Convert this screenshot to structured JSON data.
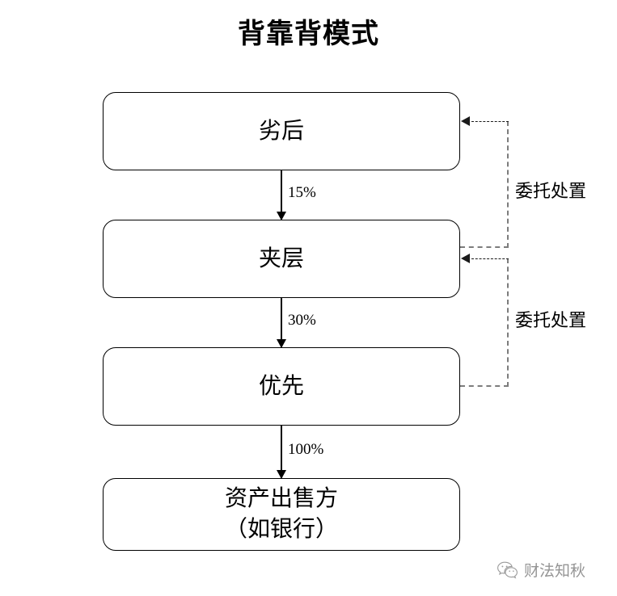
{
  "title": "背靠背模式",
  "boxes": [
    {
      "id": "subordinate",
      "label": "劣后"
    },
    {
      "id": "mezzanine",
      "label": "夹层"
    },
    {
      "id": "senior",
      "label": "优先"
    },
    {
      "id": "seller",
      "label": "资产出售方\n（如银行）"
    }
  ],
  "flow_labels": {
    "sub_to_mez": "15%",
    "mez_to_sen": "30%",
    "sen_to_seller": "100%"
  },
  "delegation": [
    {
      "label": "委托处置",
      "from": "夹层",
      "to": "劣后"
    },
    {
      "label": "委托处置",
      "from": "优先",
      "to": "夹层"
    }
  ],
  "watermark": {
    "icon": "wechat-icon",
    "text": "财法知秋"
  },
  "colors": {
    "box_border": "#000000",
    "solid_arrow": "#000000",
    "dashed_line": "#7c7c7c",
    "dashed_arrow": "#1a1a1a",
    "background": "#ffffff",
    "text": "#000000",
    "watermark_text": "#3d3d3d"
  }
}
